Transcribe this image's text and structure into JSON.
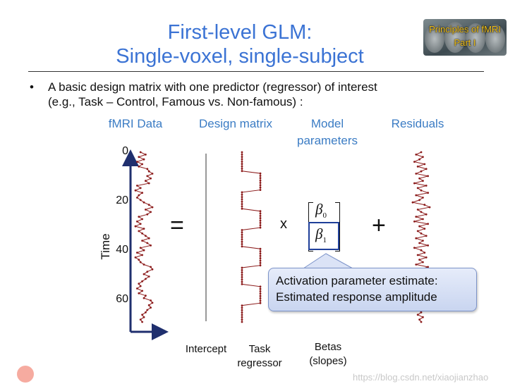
{
  "slide": {
    "title_line1": "First-level GLM:",
    "title_line2": "Single-voxel, single-subject",
    "bullet_line1": "A basic design matrix with one predictor (regressor) of interest",
    "bullet_line2": "(e.g., Task – Control, Famous vs. Non-famous) :",
    "heading_fmri": "fMRI Data",
    "heading_design": "Design matrix",
    "heading_model_1": "Model",
    "heading_model_2": "parameters",
    "heading_residuals": "Residuals",
    "equals": "=",
    "times": "x",
    "plus": "+",
    "label_intercept": "Intercept",
    "label_task_1": "Task",
    "label_task_2": "regressor",
    "label_betas_1": "Betas",
    "label_betas_2": "(slopes)",
    "beta0_symbol": "β",
    "beta0_sub": "0",
    "beta1_symbol": "β",
    "beta1_sub": "1",
    "callout_line1": "Activation parameter estimate:",
    "callout_line2": "Estimated response amplitude",
    "logo_line1": "Principles of fMRI",
    "logo_line2": "Part I",
    "watermark": "https://blog.csdn.net/xiaojianzhao"
  },
  "time_axis": {
    "label": "Time",
    "ticks": [
      "0",
      "20",
      "40",
      "60"
    ],
    "range": [
      0,
      72
    ]
  },
  "series": {
    "fmri": [
      0.3,
      0.6,
      0.2,
      0.5,
      0.1,
      0.4,
      0.2,
      0.7,
      0.8,
      1.0,
      0.7,
      0.9,
      0.6,
      0.8,
      0.1,
      0.3,
      0.0,
      0.4,
      0.2,
      0.1,
      0.3,
      0.5,
      0.8,
      1.0,
      0.6,
      0.9,
      0.7,
      0.2,
      0.4,
      0.1,
      0.3,
      0.0,
      0.5,
      0.2,
      0.4,
      0.6,
      0.8,
      0.4,
      0.7,
      0.9,
      0.3,
      0.5,
      0.1,
      0.4,
      0.0,
      0.2,
      0.3,
      0.5,
      0.9,
      1.0,
      0.7,
      0.5,
      0.8,
      0.6,
      0.4,
      0.2,
      0.3,
      0.1,
      0.4,
      0.2,
      0.6,
      0.5,
      0.9,
      1.0,
      0.8,
      0.9,
      0.7,
      0.6,
      0.4,
      0.5,
      0.3,
      0.4
    ],
    "task": [
      0,
      0,
      0,
      0,
      0,
      0,
      0,
      0,
      0,
      1,
      1,
      1,
      1,
      1,
      1,
      1,
      1,
      0,
      0,
      0,
      0,
      0,
      0,
      0,
      0,
      1,
      1,
      1,
      1,
      1,
      1,
      1,
      1,
      0,
      0,
      0,
      0,
      0,
      0,
      0,
      0,
      1,
      1,
      1,
      1,
      1,
      1,
      1,
      1,
      0,
      0,
      0,
      0,
      0,
      0,
      0,
      0,
      1,
      1,
      1,
      1,
      1,
      1,
      1,
      1,
      0,
      0,
      0,
      0,
      0,
      0,
      0,
      0
    ],
    "residuals": [
      0.5,
      0.2,
      0.6,
      0.4,
      0.1,
      0.7,
      0.3,
      0.8,
      0.5,
      0.2,
      0.9,
      0.4,
      0.6,
      0.1,
      0.8,
      0.3,
      0.5,
      0.9,
      0.2,
      0.6,
      0.4,
      0.0,
      0.7,
      1.0,
      0.3,
      0.5,
      0.8,
      0.2,
      0.6,
      0.1,
      0.9,
      0.4,
      0.7,
      0.3,
      0.5,
      0.8,
      0.2,
      0.6,
      0.4,
      0.9,
      0.1,
      0.5,
      0.7,
      0.3,
      0.8,
      0.4,
      0.6,
      0.2,
      0.9,
      0.5,
      0.3,
      0.7,
      0.1,
      0.6,
      0.4,
      0.8,
      0.5,
      0.2,
      0.9,
      0.4,
      0.6,
      0.3,
      0.7,
      0.5,
      0.2,
      0.6,
      0.4,
      0.5,
      0.3,
      0.6,
      0.4,
      0.5
    ]
  },
  "colors": {
    "title": "#3b73d4",
    "heading": "#3b7cc4",
    "series": "#8b1a1a",
    "axis": "#1f2f6e",
    "beta_box": "#1f3f99"
  },
  "icons": {
    "bullet": "bullet-dot-icon",
    "callout_pointer": "callout-pointer-icon",
    "logo": "brain-logo-icon"
  }
}
